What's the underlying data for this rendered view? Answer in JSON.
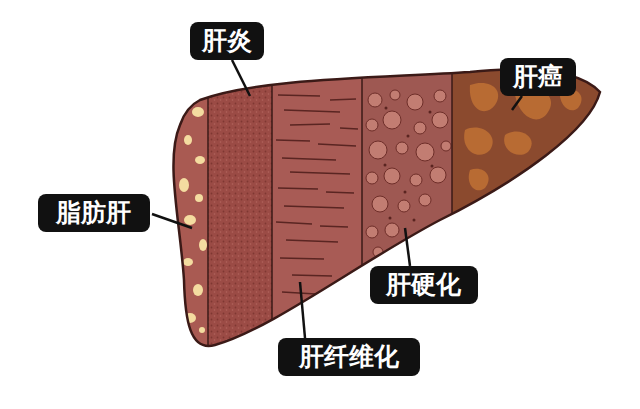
{
  "diagram": {
    "nodes": [
      {
        "text": [
          "肝炎"
        ]
      },
      {
        "text": [
          "肝癌"
        ]
      },
      {
        "text": [
          "脂肪肝"
        ]
      },
      {
        "text": [
          "肝硬化"
        ]
      },
      {
        "text": [
          "肝纤维化"
        ]
      }
    ]
  }
}
